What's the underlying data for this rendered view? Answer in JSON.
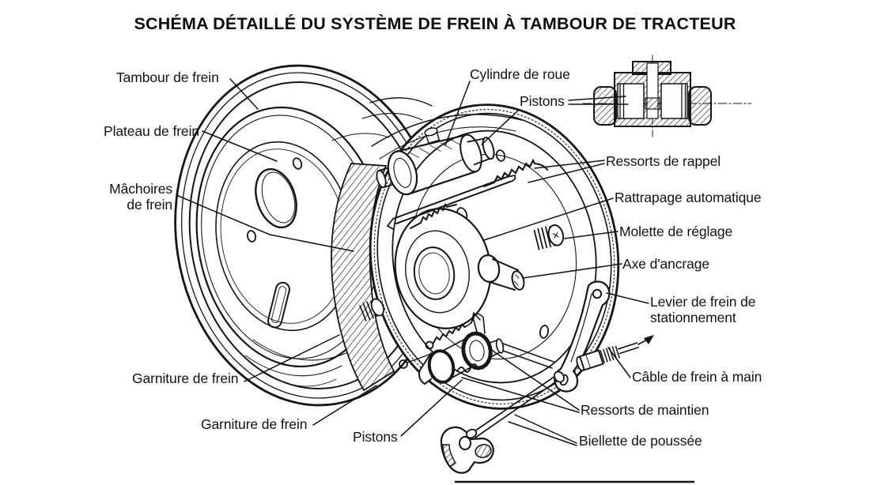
{
  "title": "SCHÉMA DÉTAILLÉ DU SYSTÈME DE FREIN À TAMBOUR DE TRACTEUR",
  "diagram": {
    "subject": "Tractor drum brake system exploded technical line drawing",
    "colors": {
      "ink": "#1a1a1a",
      "background": "#ffffff"
    },
    "labels": {
      "tambour": "Tambour de frein",
      "plateau": "Plateau de frein",
      "machoires": "Mâchoires\nde frein",
      "garniture_haut": "Garniture de frein",
      "garniture_bas": "Garniture de frein",
      "pistons_bas": "Pistons",
      "cylindre": "Cylindre de roue",
      "pistons_haut": "Pistons",
      "ressorts_rappel": "Ressorts de rappel",
      "rattrapage": "Rattrapage automatique",
      "molette": "Molette de réglage",
      "axe": "Axe d'ancrage",
      "levier": "Levier de frein de\nstationnement",
      "cable": "Câble de frein à main",
      "ressorts_maintien": "Ressorts de maintien",
      "biellette": "Biellette de poussée"
    }
  }
}
